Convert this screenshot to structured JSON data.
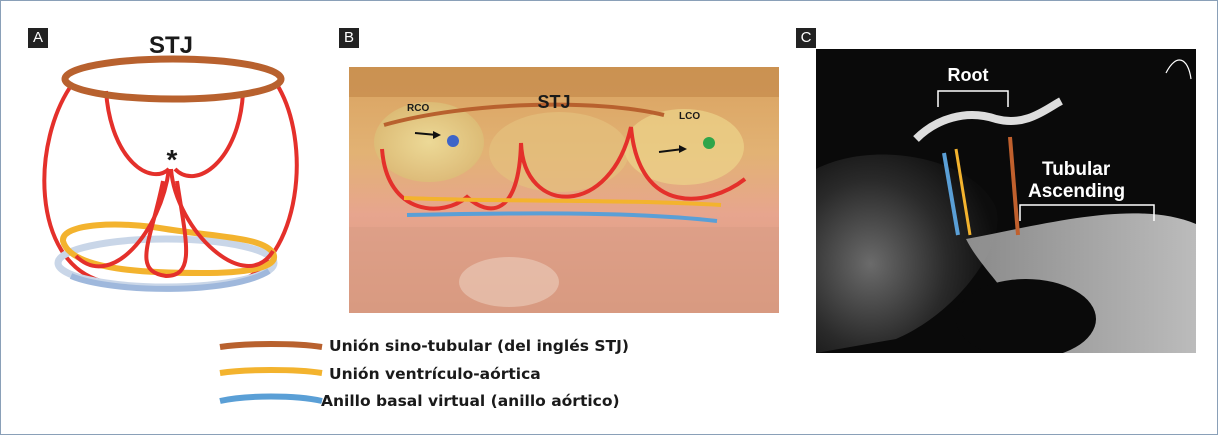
{
  "panels": {
    "a": {
      "label": "A",
      "stj_label": "STJ",
      "apex_marker": "*"
    },
    "b": {
      "label": "B",
      "stj_label": "STJ",
      "rco_label": "RCO",
      "lco_label": "LCO"
    },
    "c": {
      "label": "C",
      "root_label": "Root",
      "tubular_label_line1": "Tubular",
      "tubular_label_line2": "Ascending"
    }
  },
  "legend": [
    {
      "label": "Unión sino-tubular (del inglés STJ)",
      "color": "#b8612e"
    },
    {
      "label": "Unión ventrículo-aórtica",
      "color": "#f3b32e"
    },
    {
      "label": "Anillo basal virtual (anillo aórtico)",
      "color": "#5a9fd6"
    }
  ],
  "colors": {
    "stj": "#b8612e",
    "sinus_lines": "#e4302b",
    "ventriculo_aortic": "#f3b32e",
    "basal_ring": "#5a9fd6",
    "basal_ring_light": "#c9d6e8",
    "border": "#8aa0b8"
  }
}
